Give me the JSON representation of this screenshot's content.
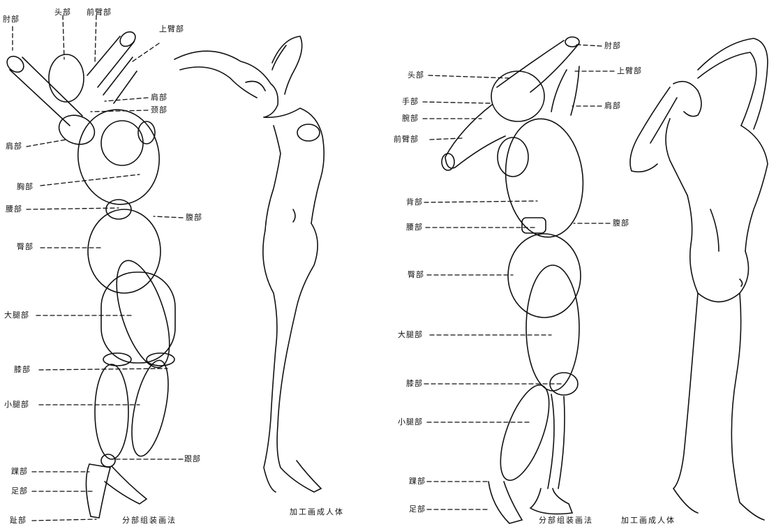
{
  "left_plate": {
    "labels": {
      "elbow": "肘部",
      "head": "头部",
      "forearm": "前臂部",
      "upper_arm": "上臂部",
      "shoulder_r": "肩部",
      "neck": "颈部",
      "shoulder_l": "肩部",
      "chest": "胸部",
      "waist": "腰部",
      "abdomen": "腹部",
      "hip": "臀部",
      "thigh": "大腿部",
      "knee": "膝部",
      "calf": "小腿部",
      "heel": "跟部",
      "ankle": "踝部",
      "foot": "足部",
      "toe": "趾部"
    },
    "caption_mannequin": "分部组装画法",
    "caption_figure": "加工画成人体"
  },
  "right_plate": {
    "labels": {
      "elbow": "肘部",
      "upper_arm": "上臂部",
      "head": "头部",
      "hand": "手部",
      "wrist": "腕部",
      "shoulder": "肩部",
      "forearm": "前臂部",
      "back": "背部",
      "waist": "腰部",
      "abdomen": "腹部",
      "hip": "臀部",
      "thigh": "大腿部",
      "knee": "膝部",
      "calf": "小腿部",
      "ankle": "踝部",
      "foot": "足部"
    },
    "caption_mannequin": "分部组装画法",
    "caption_figure": "加工画成人体"
  }
}
